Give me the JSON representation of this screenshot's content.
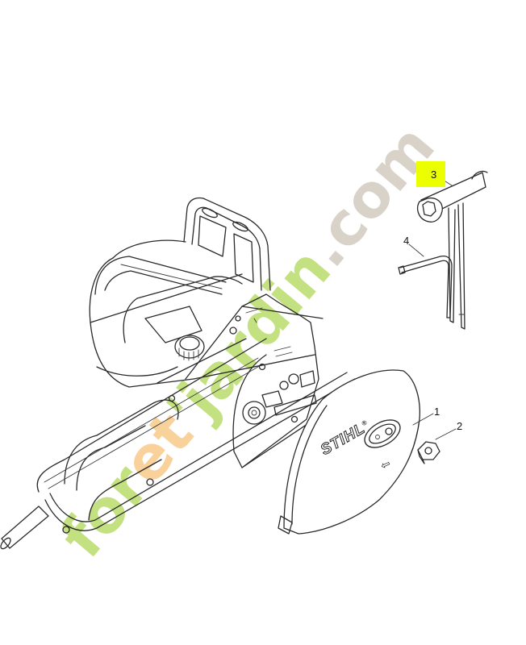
{
  "diagram": {
    "type": "exploded-parts-diagram",
    "subject": "Electric chainsaw with sprocket cover and tools",
    "background": "#ffffff",
    "line_color": "#2a2a2a",
    "callouts": [
      {
        "id": "1",
        "label": "1",
        "part": "sprocket-cover",
        "highlighted": false
      },
      {
        "id": "2",
        "label": "2",
        "part": "hex-nut",
        "highlighted": false
      },
      {
        "id": "3",
        "label": "3",
        "part": "combination-wrench",
        "highlighted": true,
        "highlight_color": "#ecff00"
      },
      {
        "id": "4",
        "label": "4",
        "part": "screwdriver-hex-key",
        "highlighted": false
      }
    ],
    "brand_text": "STIHL",
    "brand_mark": "®",
    "cover_arrow": "⇦"
  },
  "watermark": {
    "segments": [
      {
        "text": "for",
        "color": "#b9dc6a"
      },
      {
        "text": "e",
        "color": "#f8c98a"
      },
      {
        "text": "t",
        "color": "#f8c98a"
      },
      {
        "text": "'j",
        "color": "#b9dc6a"
      },
      {
        "text": "ardin",
        "color": "#b9dc6a"
      },
      {
        "text": ".com",
        "color": "#d3cbc0"
      }
    ]
  }
}
